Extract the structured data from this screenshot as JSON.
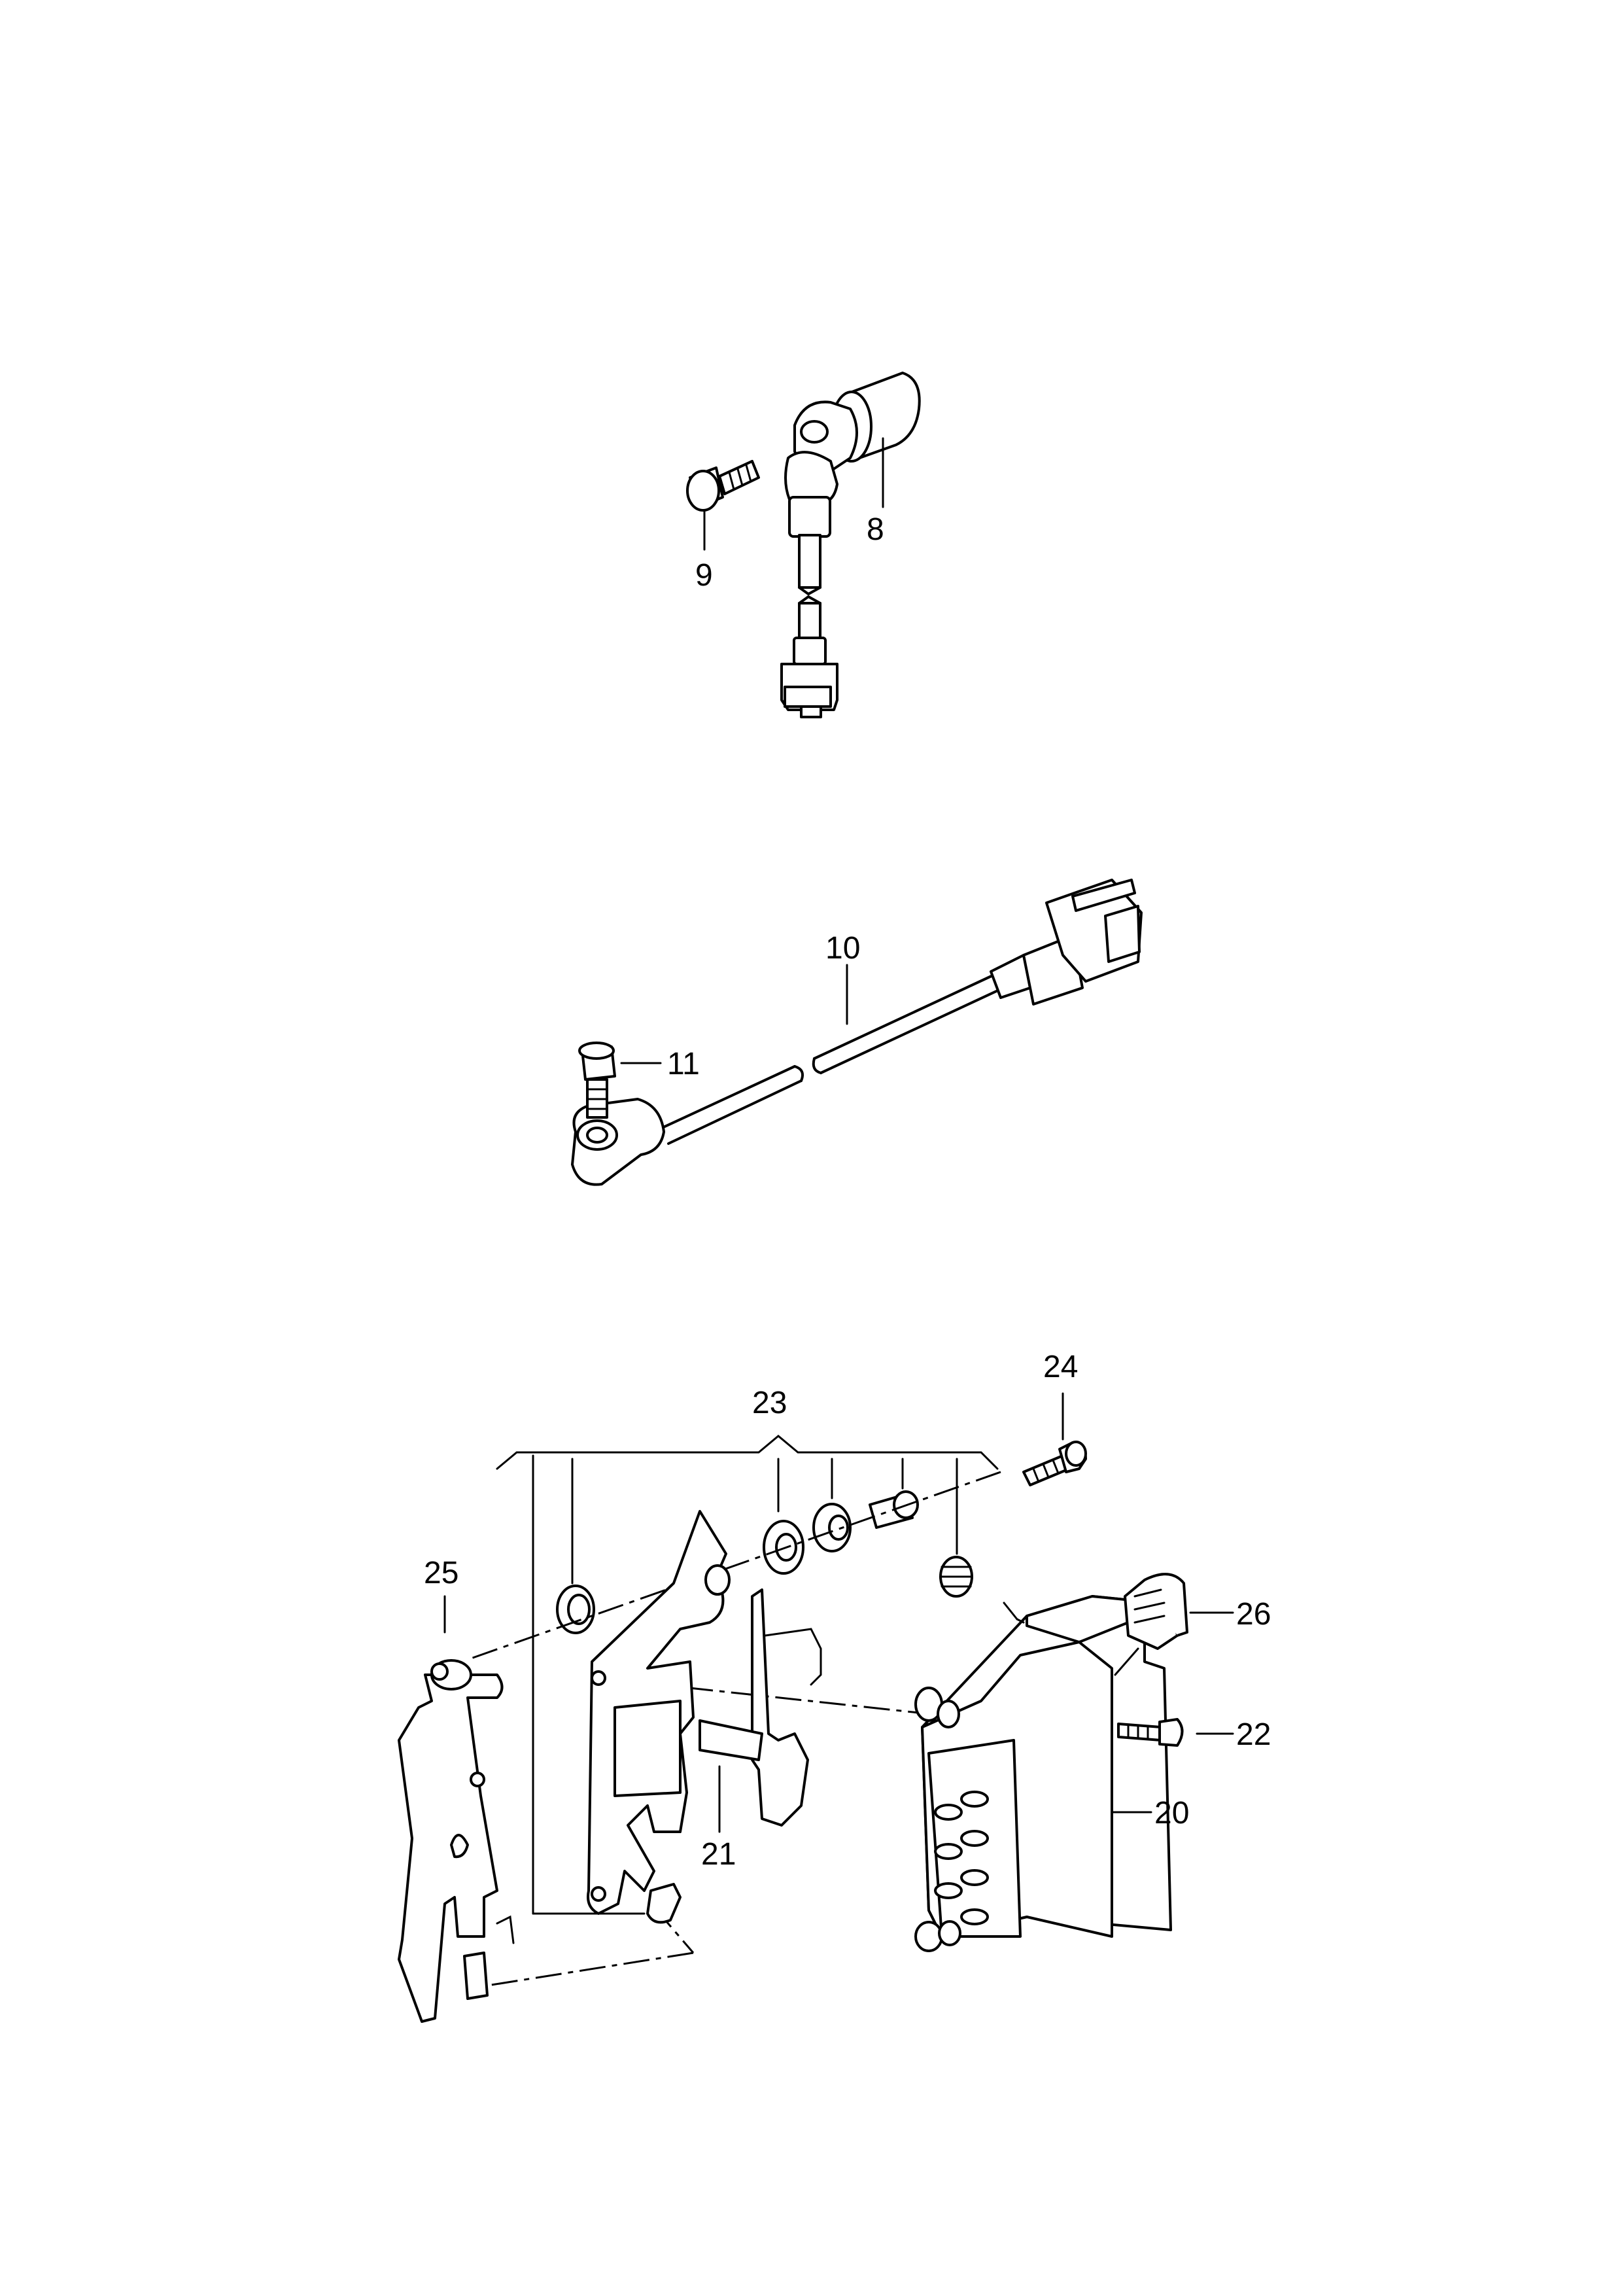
{
  "callouts": {
    "c8": "8",
    "c9": "9",
    "c10": "10",
    "c11": "11",
    "c20": "20",
    "c21": "21",
    "c22": "22",
    "c23": "23",
    "c24": "24",
    "c25": "25",
    "c26": "26"
  }
}
